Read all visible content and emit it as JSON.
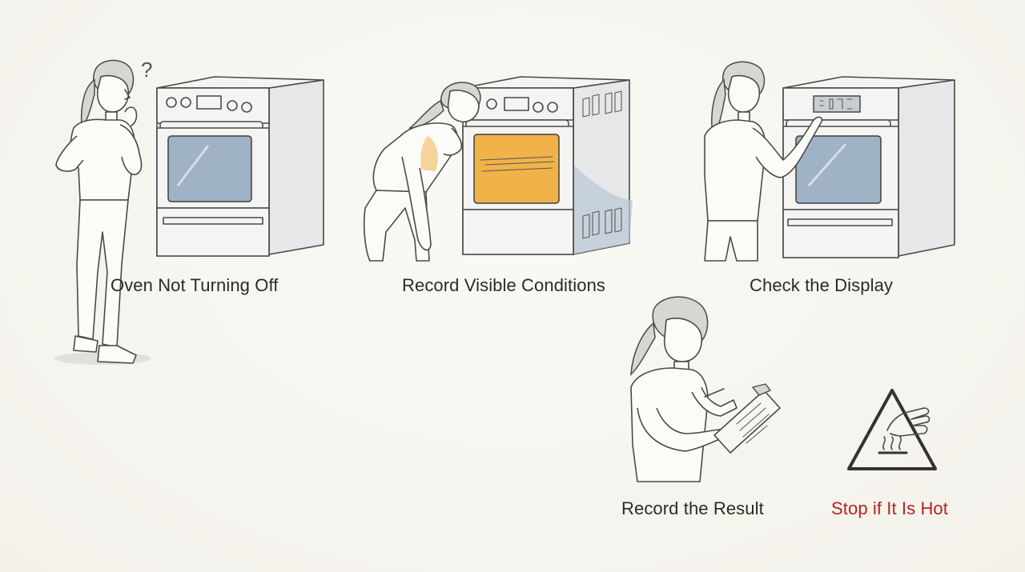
{
  "steps": [
    {
      "label": "Oven Not Turning Off",
      "icon": "question-mark-icon"
    },
    {
      "label": "Record Visible Conditions",
      "icon": "oven-light-icon"
    },
    {
      "label": "Check the Display",
      "icon": "display-icon"
    },
    {
      "label": "Record the Result",
      "icon": "clipboard-icon"
    },
    {
      "label": "Stop if It Is Hot",
      "icon": "hot-surface-warning-icon"
    }
  ],
  "question_mark": "?",
  "colors": {
    "warning": "#b52323",
    "caption": "#2a2a2a",
    "background": "#f6f4ee",
    "oven_glow": "#f2b24a",
    "glass": "#9fb2c6"
  }
}
